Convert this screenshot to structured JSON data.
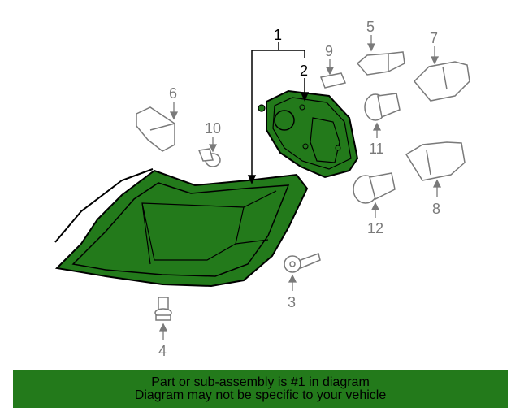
{
  "callouts": {
    "c1": "1",
    "c2": "2",
    "c3": "3",
    "c4": "4",
    "c5": "5",
    "c6": "6",
    "c7": "7",
    "c8": "8",
    "c9": "9",
    "c10": "10",
    "c11": "11",
    "c12": "12"
  },
  "banner": {
    "line1": "Part or sub-assembly is #1 in diagram",
    "line2": "Diagram may not be specific to your vehicle"
  },
  "colors": {
    "highlight_fill": "#237a1b",
    "part_outline": "#000000",
    "other_part_gray": "#7a7a7a"
  }
}
